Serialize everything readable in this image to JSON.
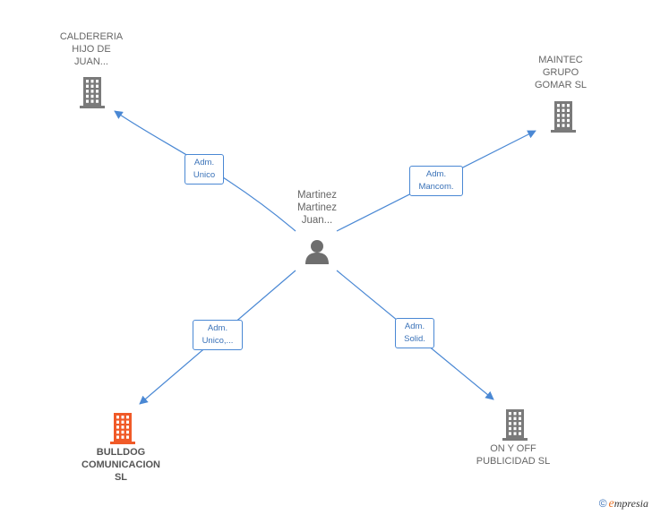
{
  "colors": {
    "edge": "#4a88d4",
    "building": "#7a7a7a",
    "building_highlight": "#f05a28",
    "person": "#6e6e6e"
  },
  "center": {
    "name": "Martinez\nMartinez\nJuan...",
    "icon": "person-icon"
  },
  "companies": [
    {
      "id": "caldereria",
      "name": "CALDERERIA\nHIJO DE\nJUAN...",
      "icon": "building-icon",
      "highlight": false,
      "relation": "Adm.\nUnico"
    },
    {
      "id": "maintec",
      "name": "MAINTEC\nGRUPO\nGOMAR SL",
      "icon": "building-icon",
      "highlight": false,
      "relation": "Adm.\nMancom."
    },
    {
      "id": "bulldog",
      "name": "BULLDOG\nCOMUNICACION\nSL",
      "icon": "building-icon",
      "highlight": true,
      "relation": "Adm.\nUnico,..."
    },
    {
      "id": "onyoff",
      "name": "ON Y OFF\nPUBLICIDAD SL",
      "icon": "building-icon",
      "highlight": false,
      "relation": "Adm.\nSolid."
    }
  ],
  "brand": {
    "copyright": "©",
    "initial": "e",
    "rest": "mpresia"
  }
}
